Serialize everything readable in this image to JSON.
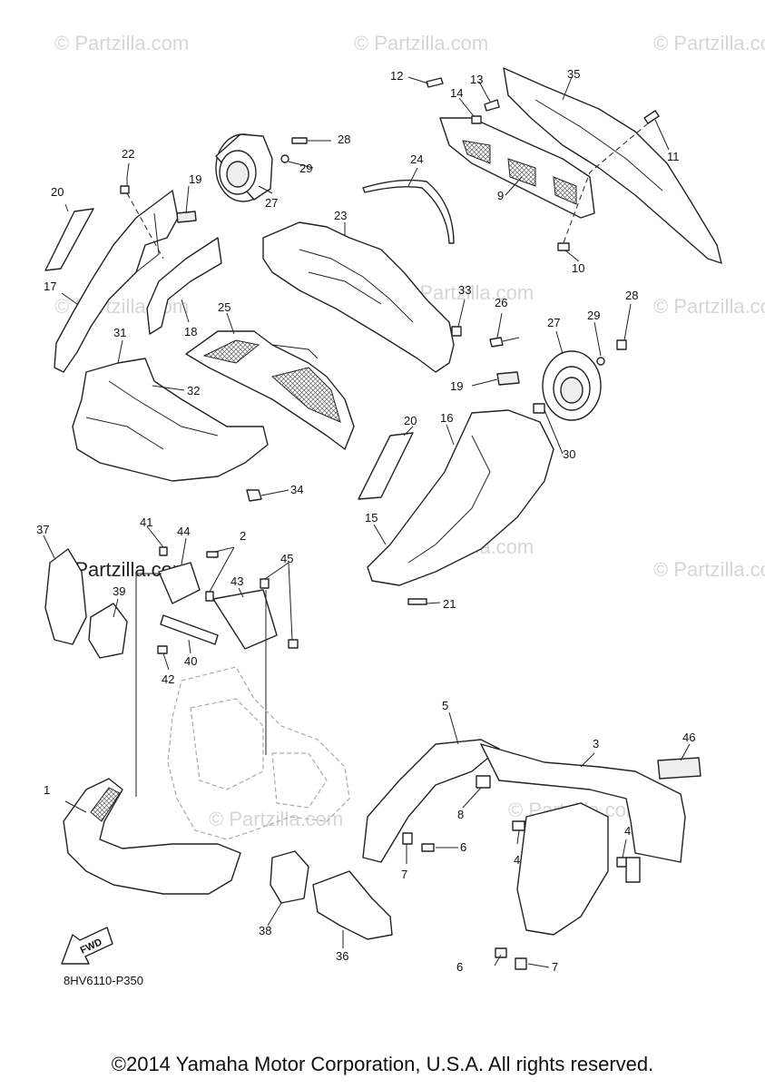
{
  "watermark": "© Partzilla.com",
  "diagram_code": "8HV6110-P350",
  "fwd_label": "FWD",
  "copyright": "©2014 Yamaha Motor Corporation, U.S.A. All rights reserved.",
  "callouts": {
    "c1": "1",
    "c2": "2",
    "c3": "3",
    "c4a": "4",
    "c4b": "4",
    "c5": "5",
    "c6a": "6",
    "c6b": "6",
    "c7a": "7",
    "c7b": "7",
    "c8": "8",
    "c9": "9",
    "c10": "10",
    "c11": "11",
    "c12": "12",
    "c13": "13",
    "c14": "14",
    "c15": "15",
    "c16": "16",
    "c17": "17",
    "c18": "18",
    "c19a": "19",
    "c19b": "19",
    "c20a": "20",
    "c20b": "20",
    "c21": "21",
    "c22": "22",
    "c23": "23",
    "c24": "24",
    "c25": "25",
    "c26": "26",
    "c27a": "27",
    "c27b": "27",
    "c28a": "28",
    "c28b": "28",
    "c29a": "29",
    "c29b": "29",
    "c30": "30",
    "c31": "31",
    "c32": "32",
    "c33": "33",
    "c34": "34",
    "c35": "35",
    "c36": "36",
    "c37": "37",
    "c38": "38",
    "c39": "39",
    "c40": "40",
    "c41": "41",
    "c42": "42",
    "c43": "43",
    "c44": "44",
    "c45": "45",
    "c46": "46"
  }
}
